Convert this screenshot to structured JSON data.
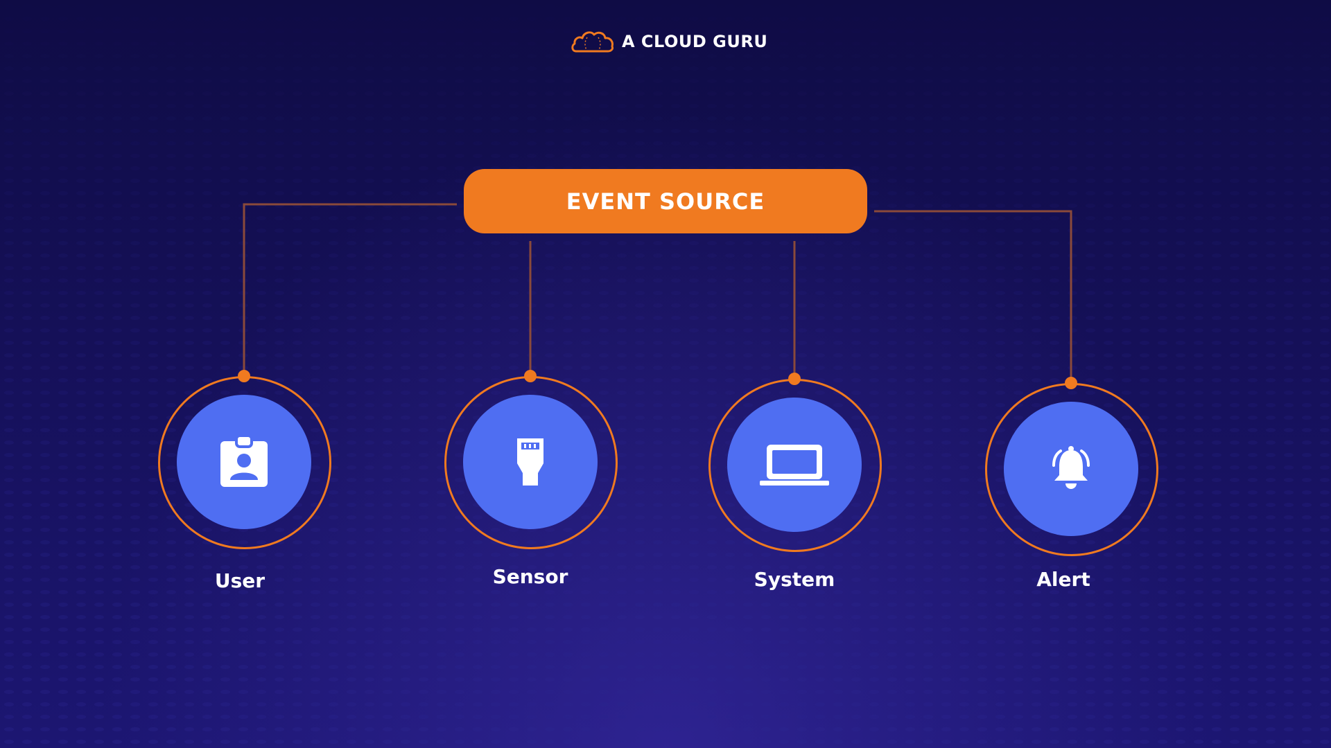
{
  "brand": {
    "name": "A CLOUD GURU",
    "icon": "cloud-logo-icon",
    "color": "#f07a20"
  },
  "diagram": {
    "source": {
      "label": "EVENT SOURCE",
      "color": "#f07a20"
    },
    "nodes": [
      {
        "label": "User",
        "icon": "user-badge-icon"
      },
      {
        "label": "Sensor",
        "icon": "sensor-plug-icon"
      },
      {
        "label": "System",
        "icon": "laptop-icon"
      },
      {
        "label": "Alert",
        "icon": "bell-alert-icon"
      }
    ],
    "node_fill": "#4f6ef2",
    "connector_color": "#8a4a3a"
  }
}
